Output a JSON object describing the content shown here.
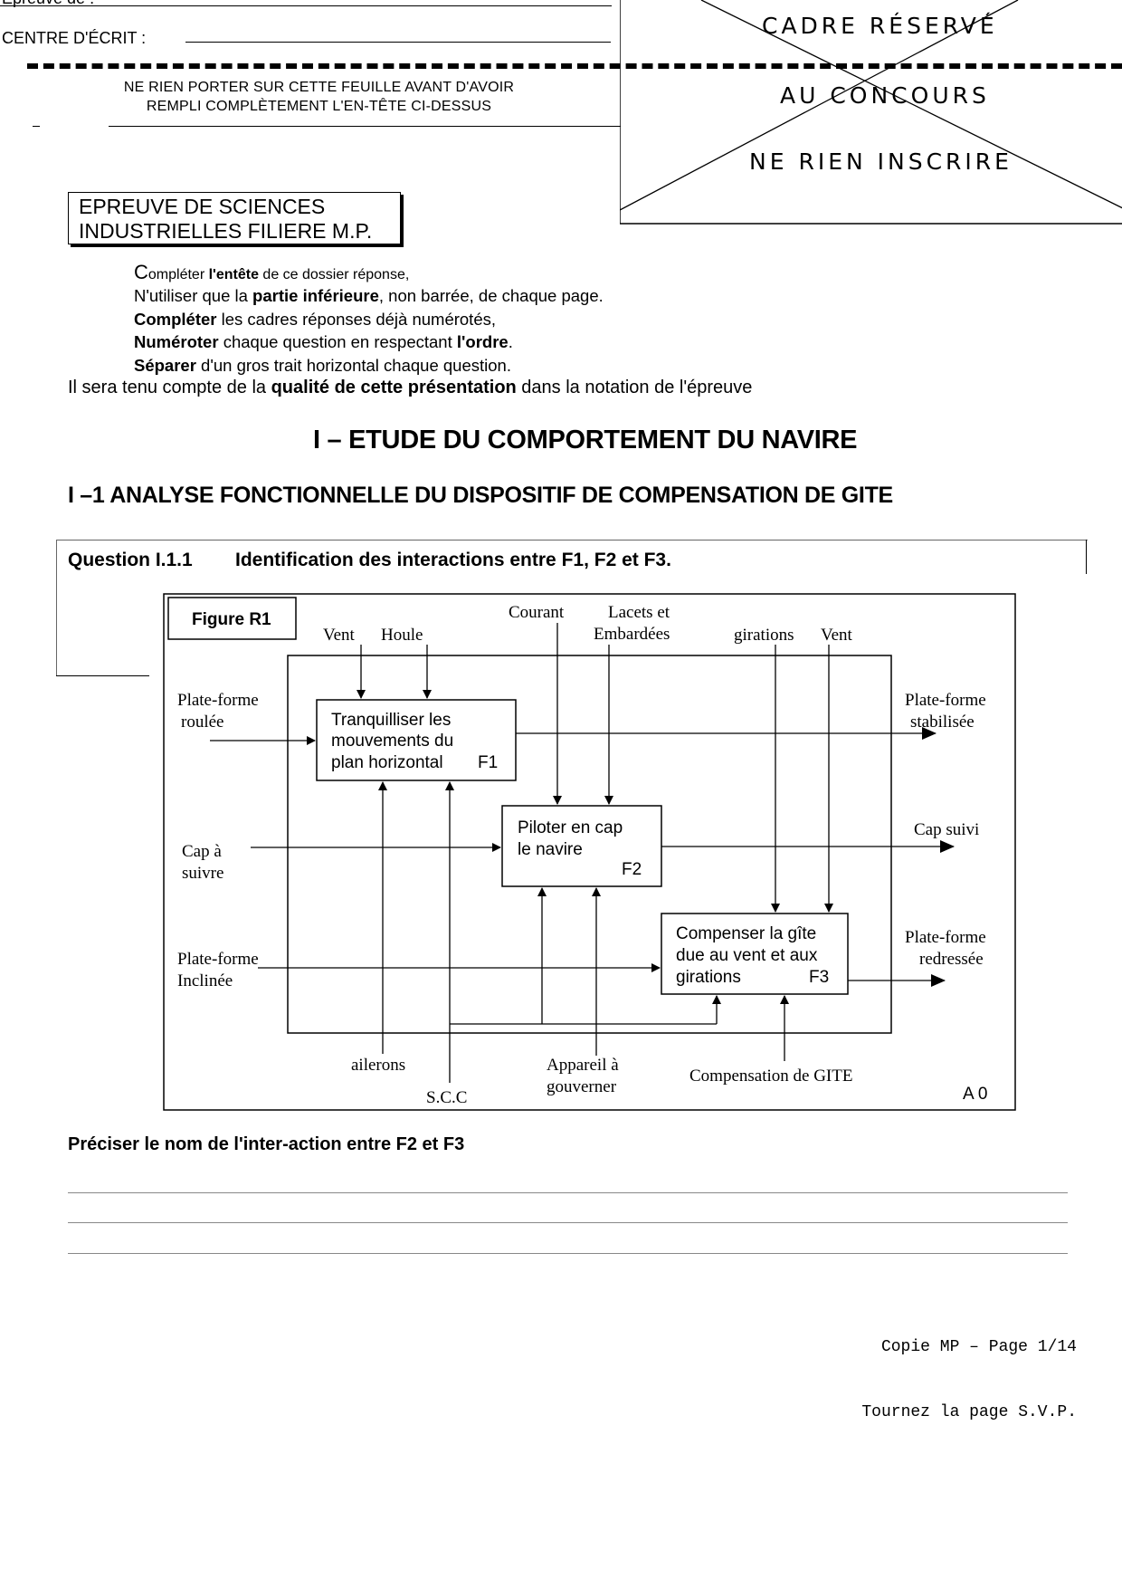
{
  "header": {
    "epreuve_label": "Epreuve de :",
    "centre_label": "CENTRE D'ÉCRIT :",
    "notice_lines": [
      "NE RIEN PORTER SUR CETTE FEUILLE AVANT D'AVOIR",
      "REMPLI COMPLÈTEMENT L'EN-TÊTE CI-DESSUS"
    ],
    "reserved_lines": [
      "CADRE RÉSERVÉ",
      "AU CONCOURS",
      "NE RIEN INSCRIRE"
    ]
  },
  "epreuve_box": [
    "EPREUVE DE SCIENCES",
    "INDUSTRIELLES FILIERE M.P."
  ],
  "instructions": [
    {
      "pre": "C",
      "b": "",
      "post": "ompléter ",
      "b2": "l'entête",
      "post2": " de ce dossier réponse,"
    },
    {
      "pre": "N'utiliser que la ",
      "b": "partie inférieure",
      "post": ", non barrée, de chaque page.",
      "b2": "",
      "post2": ""
    },
    {
      "pre": "",
      "b": "Compléter",
      "post": " les cadres réponses déjà numérotés,",
      "b2": "",
      "post2": ""
    },
    {
      "pre": "",
      "b": "Numéroter",
      "post": " chaque question en respectant ",
      "b2": "l'ordre",
      "post2": "."
    },
    {
      "pre": "",
      "b": "Séparer",
      "post": " d'un gros trait horizontal chaque question.",
      "b2": "",
      "post2": ""
    }
  ],
  "quality_note": {
    "pre": "Il sera tenu compte de la ",
    "b": "qualité de cette présentation",
    "post": " dans la notation de l'épreuve"
  },
  "section_title": "I – ETUDE DU COMPORTEMENT DU NAVIRE",
  "subsection_title": "I –1 ANALYSE FONCTIONNELLE DU DISPOSITIF DE COMPENSATION DE GITE",
  "question": {
    "number": "Question  I.1.1",
    "title": "Identification des interactions entre F1, F2 et F3."
  },
  "figure": {
    "label": "Figure R1",
    "id_label": "A 0",
    "f1": [
      "Tranquilliser les",
      "mouvements du",
      "plan horizontal",
      "F1"
    ],
    "f2": [
      "Piloter en cap",
      "le navire",
      "F2"
    ],
    "f3": [
      "Compenser la gîte",
      "due au vent et aux",
      "girations",
      "F3"
    ],
    "top_labels": {
      "vent1": "Vent",
      "houle": "Houle",
      "courant": "Courant",
      "lacets1": "Lacets et",
      "lacets2": "Embardées",
      "girations": "girations",
      "vent2": "Vent"
    },
    "left_labels": {
      "pf_roulee1": "Plate-forme",
      "pf_roulee2": "roulée",
      "cap1": "Cap à",
      "cap2": "suivre",
      "pf_incl1": "Plate-forme",
      "pf_incl2": "Inclinée"
    },
    "right_labels": {
      "pf_stab1": "Plate-forme",
      "pf_stab2": "stabilisée",
      "cap_suivi": "Cap suivi",
      "pf_redr1": "Plate-forme",
      "pf_redr2": "redressée"
    },
    "bottom_labels": {
      "ailerons": "ailerons",
      "scc": "S.C.C",
      "app1": "Appareil à",
      "app2": "gouverner",
      "comp": "Compensation de GITE"
    }
  },
  "answer_prompt": "Préciser le nom de l'inter-action entre F2 et F3",
  "footer": [
    "Copie MP – Page 1/14",
    "Tournez la page S.V.P."
  ]
}
